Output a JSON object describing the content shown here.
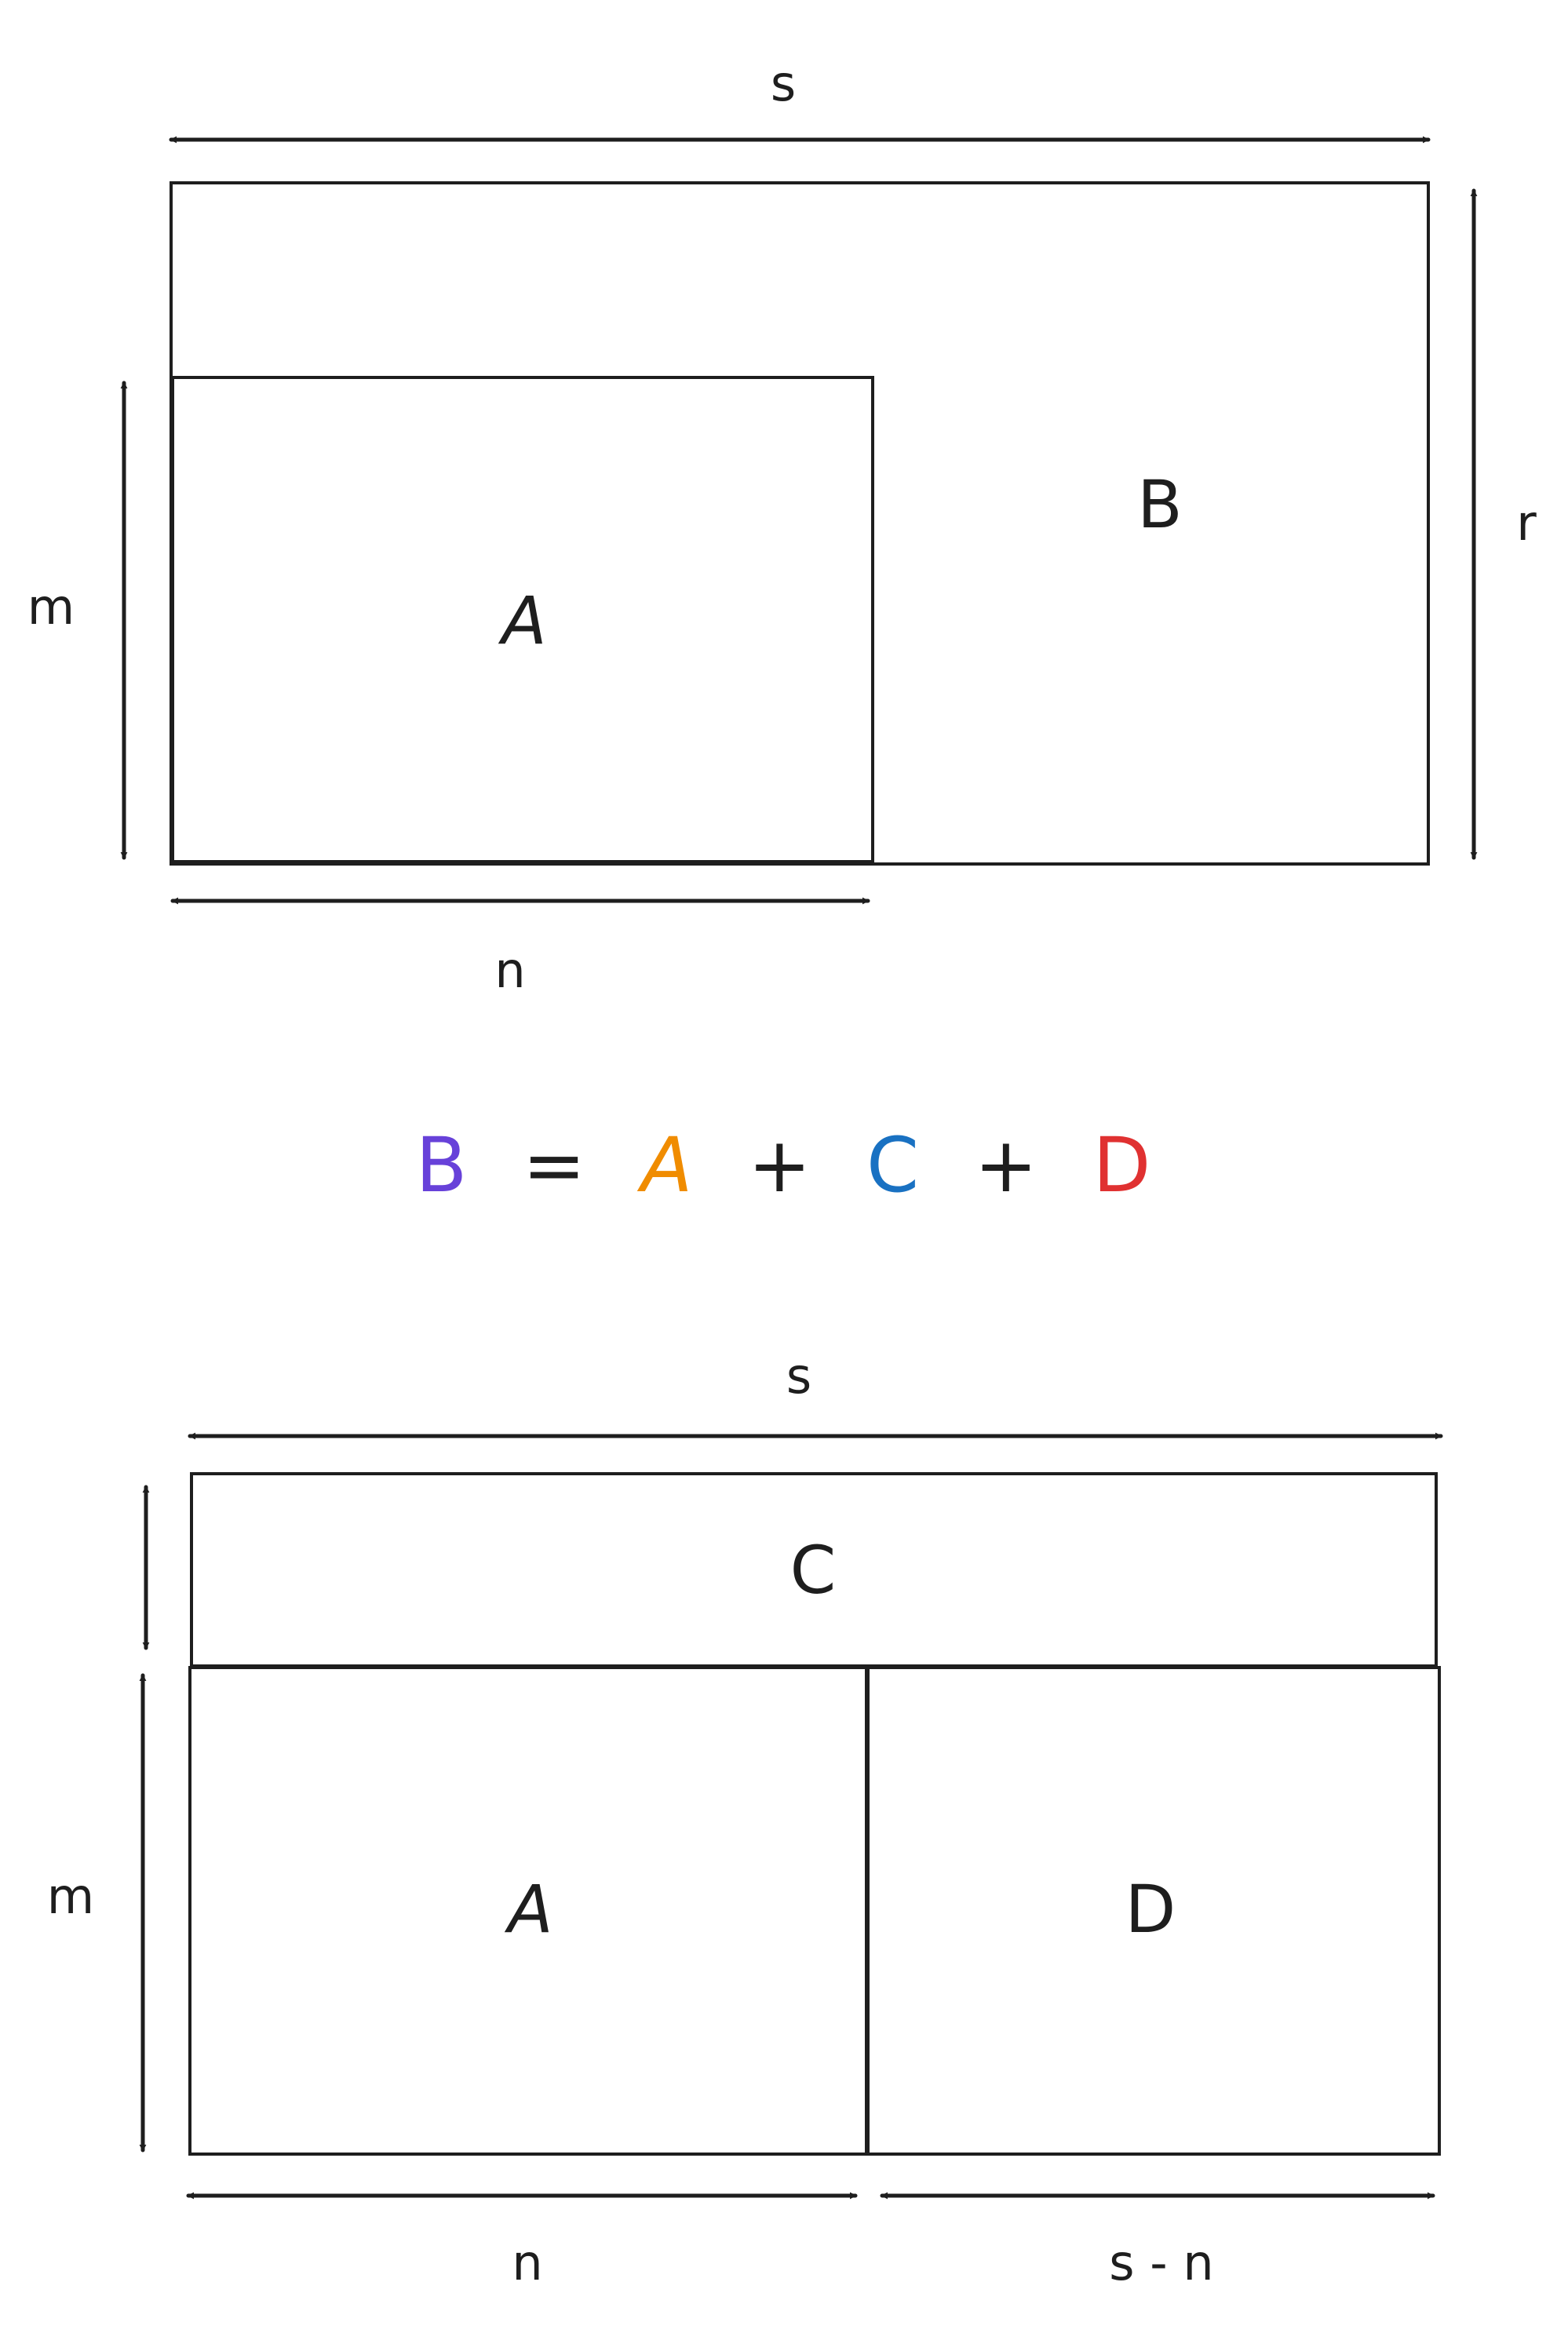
{
  "colors": {
    "A": "#ffec99",
    "B": "#d0bfff",
    "C": "#a5d8ff",
    "D": "#ffc9c9",
    "eq_B": "#6741d9",
    "eq_A": "#f08c00",
    "eq_C": "#1971c2",
    "eq_D": "#e03131",
    "eq_ops": "#1e1e1e",
    "ink": "#1e1e1e"
  },
  "top_diagram": {
    "label_A": "A",
    "label_B": "B",
    "dim_top": "s",
    "dim_right": "r",
    "dim_left": "m",
    "dim_bottom": "n"
  },
  "equation": {
    "lhs": "B",
    "equals": "=",
    "term1": "A",
    "plus1": "+",
    "term2": "C",
    "plus2": "+",
    "term3": "D"
  },
  "bottom_diagram": {
    "label_C": "C",
    "label_A": "A",
    "label_D": "D",
    "dim_top": "s",
    "dim_left": "m",
    "dim_bottom_left": "n",
    "dim_bottom_right": "s - n"
  }
}
